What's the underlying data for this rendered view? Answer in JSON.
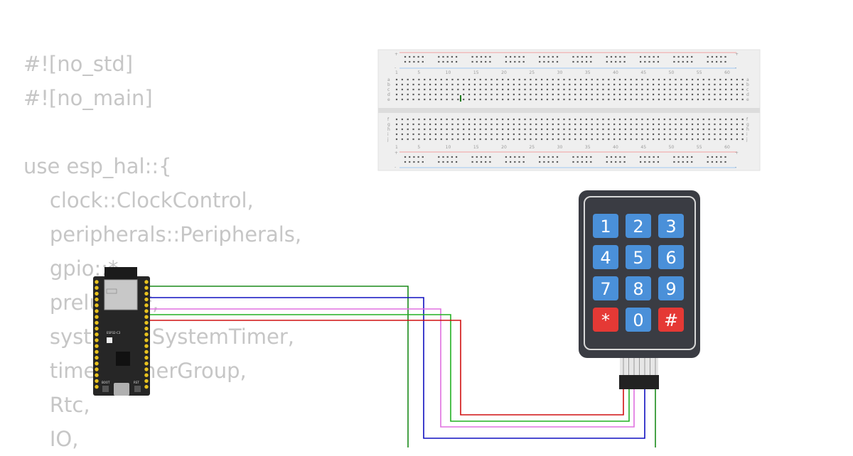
{
  "editor": {
    "code_lines": [
      "#![no_std]",
      "#![no_main]",
      "",
      "use esp_hal::{",
      "    clock::ClockControl,",
      "    peripherals::Peripherals,",
      "    gpio::*,",
      "    prelude::*,",
      "    systimer::SystemTimer,",
      "    timer::TimerGroup,",
      "    Rtc,",
      "    IO,"
    ]
  },
  "breadboard": {
    "column_labels": [
      "1",
      "5",
      "10",
      "15",
      "20",
      "25",
      "30",
      "35",
      "40",
      "45",
      "50",
      "55",
      "60"
    ],
    "row_labels_top": [
      "a",
      "b",
      "c",
      "d",
      "e"
    ],
    "row_labels_bottom": [
      "f",
      "g",
      "h",
      "i",
      "j"
    ],
    "rail_plus": "+",
    "rail_minus": "-"
  },
  "keypad": {
    "keys": [
      "1",
      "2",
      "3",
      "4",
      "5",
      "6",
      "7",
      "8",
      "9",
      "*",
      "0",
      "#"
    ],
    "key_color": "#4a90d9",
    "special_key_color": "#e53935",
    "body_color": "#3a3c43"
  },
  "board": {
    "boot_label": "BOOT",
    "rst_label": "RST",
    "chip_label": "ESP32-C3"
  },
  "wires": {
    "colors": [
      "#1a8a1a",
      "#1010c0",
      "#e070e0",
      "#22b022",
      "#d01010"
    ]
  }
}
